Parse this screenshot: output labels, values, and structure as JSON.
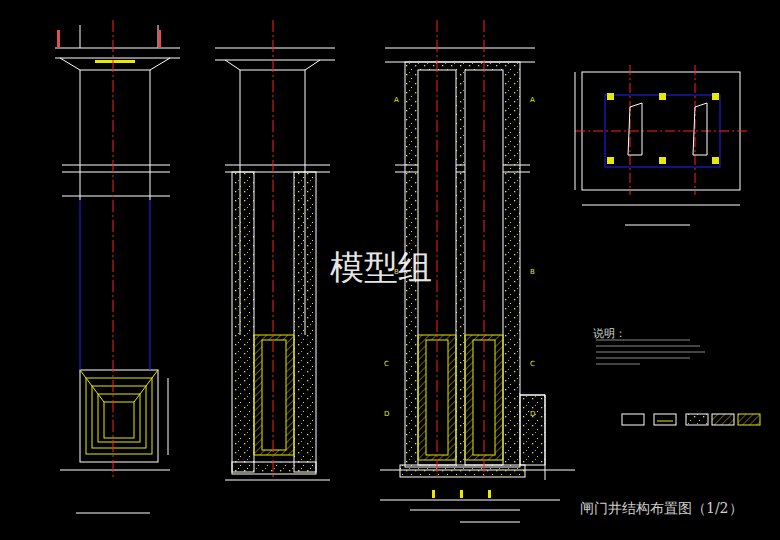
{
  "diagram": {
    "title": "闸门井结构布置图（1/2）",
    "labels": [
      "模型组",
      "说明：",
      "A",
      "A",
      "B",
      "B",
      "C",
      "C",
      "D",
      "D"
    ]
  }
}
